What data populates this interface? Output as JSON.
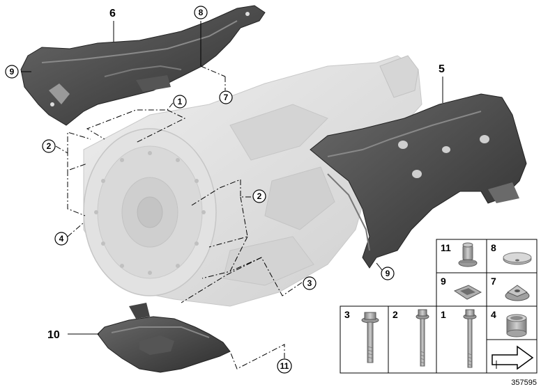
{
  "diagram": {
    "document_number": "357595",
    "part_labels": {
      "p6": "6",
      "p5": "5",
      "p10": "10"
    },
    "callouts": {
      "c8": "8",
      "c9_top": "9",
      "c7": "7",
      "c1": "1",
      "c2_left": "2",
      "c2_mid": "2",
      "c4": "4",
      "c9_right": "9",
      "c3": "3",
      "c11": "11"
    },
    "parts_table": {
      "cells": {
        "n11": "11",
        "n8": "8",
        "n9": "9",
        "n7": "7",
        "n3": "3",
        "n2": "2",
        "n1": "1",
        "n4": "4"
      }
    },
    "colors": {
      "transmission": "#dcdcdc",
      "shield_dark": "#3c3c3c",
      "shield_mid": "#5a5a5a",
      "shield_light": "#8a8a8a",
      "hardware": "#a8a8a8"
    }
  }
}
